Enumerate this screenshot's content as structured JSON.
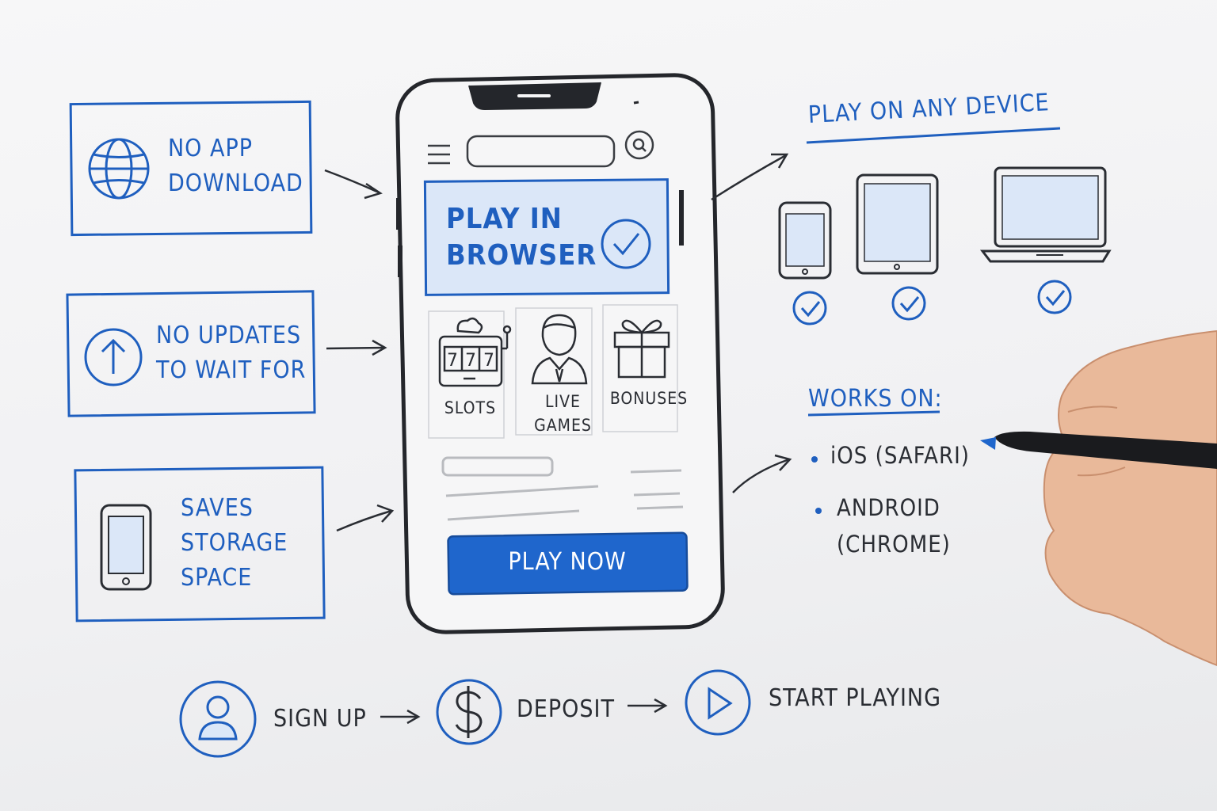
{
  "colors": {
    "accent": "#1f5fbf",
    "ink": "#2a2d33",
    "accent_fill": "#dbe7f8"
  },
  "features": [
    {
      "icon": "globe-icon",
      "line1": "NO APP",
      "line2": "DOWNLOAD",
      "line3": ""
    },
    {
      "icon": "arrow-up-circle-icon",
      "line1": "NO UPDATES",
      "line2": "TO WAIT FOR",
      "line3": ""
    },
    {
      "icon": "smartphone-icon",
      "line1": "SAVES",
      "line2": "STORAGE",
      "line3": "SPACE"
    }
  ],
  "phone": {
    "banner_line1": "PLAY IN",
    "banner_line2": "BROWSER",
    "tiles": [
      {
        "icon": "slot-machine-icon",
        "line1": "SLOTS",
        "line2": "",
        "reels": "777"
      },
      {
        "icon": "live-dealer-icon",
        "line1": "LIVE",
        "line2": "GAMES"
      },
      {
        "icon": "gift-icon",
        "line1": "BONUSES",
        "line2": ""
      }
    ],
    "cta": "PLAY NOW"
  },
  "devices": {
    "heading": "PLAY ON ANY DEVICE",
    "items": [
      "smartphone-icon",
      "tablet-icon",
      "laptop-icon"
    ]
  },
  "works_on": {
    "heading": "WORKS ON:",
    "items": [
      {
        "line1": "iOS (SAFARI)",
        "line2": ""
      },
      {
        "line1": "ANDROID",
        "line2": "(CHROME)"
      }
    ]
  },
  "steps": [
    {
      "icon": "user-icon",
      "label": "SIGN UP"
    },
    {
      "icon": "dollar-icon",
      "label": "DEPOSIT"
    },
    {
      "icon": "play-icon",
      "label": "START PLAYING"
    }
  ]
}
